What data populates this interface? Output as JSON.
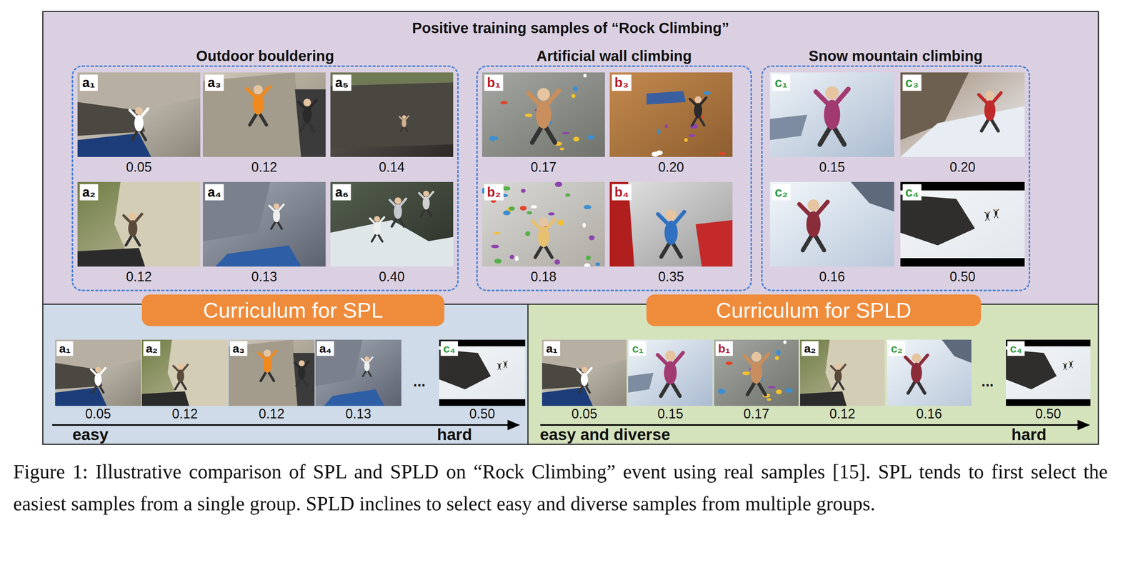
{
  "diagram": {
    "nodes": [
      {
        "text": [
          "Positive training samples of “Rock Climbing”"
        ]
      },
      {
        "text": [
          "Outdoor bouldering"
        ],
        "in": 0
      },
      {
        "text": [
          "a₁",
          "0.05"
        ],
        "in": 1
      },
      {
        "text": [
          "a₃",
          "0.12"
        ],
        "in": 1
      },
      {
        "text": [
          "a₅",
          "0.14"
        ],
        "in": 1
      },
      {
        "text": [
          "a₂",
          "0.12"
        ],
        "in": 1
      },
      {
        "text": [
          "a₄",
          "0.13"
        ],
        "in": 1
      },
      {
        "text": [
          "a₆",
          "0.40"
        ],
        "in": 1
      },
      {
        "text": [
          "Artificial wall climbing"
        ],
        "in": 0
      },
      {
        "text": [
          "b₁",
          "0.17"
        ],
        "in": 8
      },
      {
        "text": [
          "b₃",
          "0.20"
        ],
        "in": 8
      },
      {
        "text": [
          "b₂",
          "0.18"
        ],
        "in": 8
      },
      {
        "text": [
          "b₄",
          "0.35"
        ],
        "in": 8
      },
      {
        "text": [
          "Snow mountain climbing"
        ],
        "in": 0
      },
      {
        "text": [
          "c₁",
          "0.15"
        ],
        "in": 13
      },
      {
        "text": [
          "c₃",
          "0.20"
        ],
        "in": 13
      },
      {
        "text": [
          "c₂",
          "0.16"
        ],
        "in": 13
      },
      {
        "text": [
          "c₄",
          "0.50"
        ],
        "in": 13
      },
      {
        "text": [
          "Curriculum for SPL",
          "...",
          "easy",
          "hard"
        ]
      },
      {
        "text": [
          "a₁",
          "0.05"
        ],
        "in": 18
      },
      {
        "text": [
          "a₂",
          "0.12"
        ],
        "in": 18
      },
      {
        "text": [
          "a₃",
          "0.12"
        ],
        "in": 18
      },
      {
        "text": [
          "a₄",
          "0.13"
        ],
        "in": 18
      },
      {
        "text": [
          "c₄",
          "0.50"
        ],
        "in": 18
      },
      {
        "text": [
          "Curriculum for SPLD",
          "...",
          "easy and diverse",
          "hard"
        ]
      },
      {
        "text": [
          "a₁",
          "0.05"
        ],
        "in": 24
      },
      {
        "text": [
          "c₁",
          "0.15"
        ],
        "in": 24
      },
      {
        "text": [
          "b₁",
          "0.17"
        ],
        "in": 24
      },
      {
        "text": [
          "a₂",
          "0.12"
        ],
        "in": 24
      },
      {
        "text": [
          "c₂",
          "0.16"
        ],
        "in": 24
      },
      {
        "text": [
          "c₄",
          "0.50"
        ],
        "in": 24
      }
    ],
    "caption": "Figure 1: Illustrative comparison of SPL and SPLD on “Rock Climbing” event using real samples [15]. SPL tends to first select the easiest samples from a single group. SPLD inclines to select easy and diverse samples from multiple groups."
  }
}
